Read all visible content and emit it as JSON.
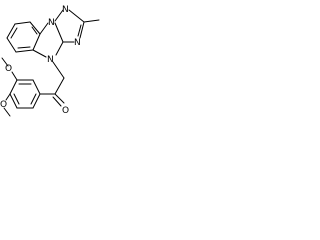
{
  "structure": {
    "atom_labels": {
      "n_triazole_top": "N",
      "n_triazole_right": "N",
      "n_bridge": "N",
      "n_indole": "N",
      "o_methoxy_upper": "O",
      "o_methoxy_lower": "O",
      "o_carbonyl": "O"
    }
  },
  "colors": {
    "bond": "#000000",
    "label": "#000000",
    "background": "#ffffff"
  }
}
